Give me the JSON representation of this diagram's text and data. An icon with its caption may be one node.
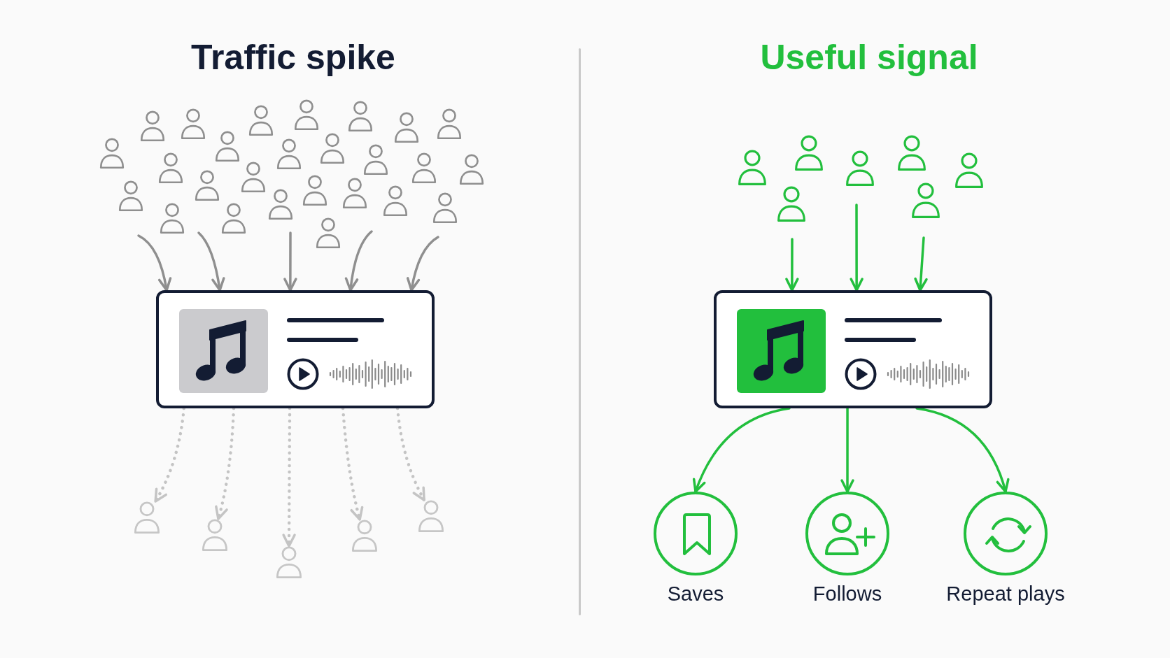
{
  "diagram": {
    "nodes": [
      {
        "text": [],
        "shape": "box"
      },
      {
        "text": [],
        "shape": "person"
      },
      {
        "text": [],
        "shape": "person"
      },
      {
        "text": [],
        "shape": "person"
      },
      {
        "text": [],
        "shape": "person"
      },
      {
        "text": [],
        "shape": "person"
      },
      {
        "text": [],
        "shape": "box"
      },
      {
        "text": [
          "Saves"
        ]
      },
      {
        "text": [
          "Follows"
        ]
      },
      {
        "text": [
          "Repeat plays"
        ]
      }
    ],
    "edges": [
      {
        "from": null,
        "to": 0,
        "arrow": "to",
        "color": "#8f8f8f"
      },
      {
        "from": null,
        "to": 0,
        "arrow": "to",
        "color": "#8f8f8f"
      },
      {
        "from": null,
        "to": 0,
        "arrow": "to",
        "color": "#8f8f8f"
      },
      {
        "from": null,
        "to": 0,
        "arrow": "to",
        "color": "#8f8f8f"
      },
      {
        "from": null,
        "to": 0,
        "arrow": "to",
        "color": "#8f8f8f"
      },
      {
        "from": 0,
        "to": 1,
        "arrow": "to",
        "style": "dashed",
        "color": "#c4c4c4"
      },
      {
        "from": 0,
        "to": 2,
        "arrow": "to",
        "style": "dashed",
        "color": "#c4c4c4"
      },
      {
        "from": 0,
        "to": 3,
        "arrow": "to",
        "style": "dashed",
        "color": "#c4c4c4"
      },
      {
        "from": 0,
        "to": 4,
        "arrow": "to",
        "style": "dashed",
        "color": "#c4c4c4"
      },
      {
        "from": 0,
        "to": 5,
        "arrow": "to",
        "style": "dashed",
        "color": "#c4c4c4"
      },
      {
        "from": null,
        "to": 6,
        "arrow": "to",
        "color": "#22bf3d"
      },
      {
        "from": null,
        "to": 6,
        "arrow": "to",
        "color": "#22bf3d"
      },
      {
        "from": null,
        "to": 6,
        "arrow": "to",
        "color": "#22bf3d"
      },
      {
        "from": 6,
        "to": 7,
        "arrow": "to",
        "color": "#22bf3d"
      },
      {
        "from": 6,
        "to": 8,
        "arrow": "to",
        "color": "#22bf3d"
      },
      {
        "from": 6,
        "to": 9,
        "arrow": "to",
        "color": "#22bf3d"
      }
    ],
    "labels": [
      "Traffic spike",
      "Useful signal"
    ]
  }
}
